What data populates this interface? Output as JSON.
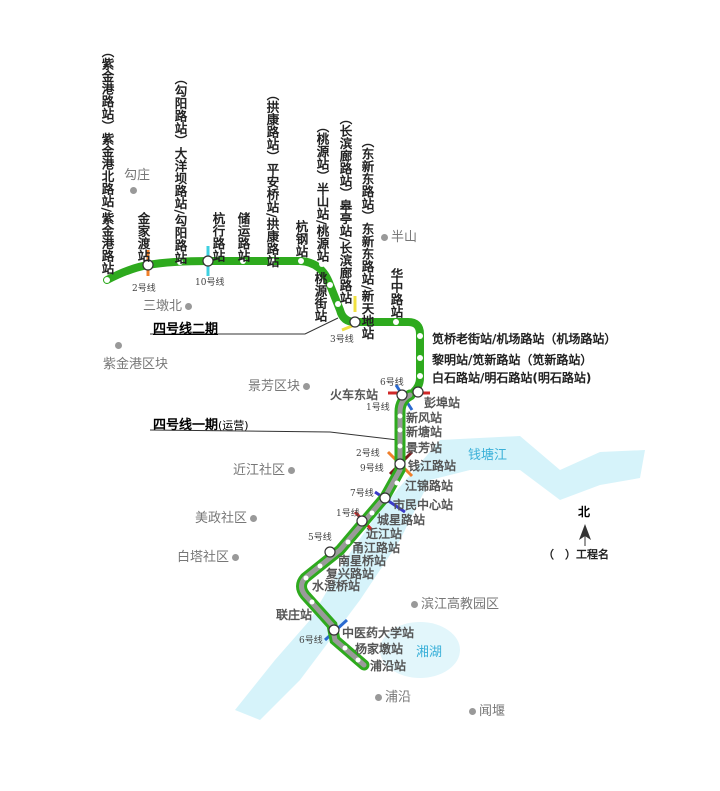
{
  "colors": {
    "line4": "#2eaa1e",
    "phase1_core": "#9a9a9a",
    "water": "#d6f3fa",
    "line2": "#f07f2a",
    "line10": "#3fd0e0",
    "line3": "#f0e040",
    "line1": "#d02828",
    "line6": "#2a6ad0",
    "line9": "#7a1a1a",
    "line7": "#3a3ac8",
    "line5": "#7a3a9a"
  },
  "sections": {
    "phase2": "四号线二期",
    "phase1": "四号线一期",
    "phase1_note": "(运营)"
  },
  "vertical_stations": [
    "（紫金港路站）紫金港北路站/紫金港路站",
    "金家渡站",
    "（勾阳路站）大洋坝路站/勾阳路站",
    "杭行路站",
    "储运路站",
    "（拱康路站）平安桥站/拱康路站",
    "杭钢站",
    "（桃源站）半山站/桃源站",
    "桃源街站",
    "（长滨廊路站）皋亭站/长滨廊路站",
    "（东新东路站）东新东路站/新天地站",
    "华中路站"
  ],
  "horizontal_stations": [
    "笕桥老街站/机场路站（机场路站）",
    "黎明站/笕新路站（笕新路站）",
    "白石路站/明石路站(明石路站)"
  ],
  "phase1_stations": [
    "火车东站",
    "彭埠站",
    "新风站",
    "新塘站",
    "景芳站",
    "钱江路站",
    "江锦路站",
    "市民中心站",
    "城星路站",
    "近江站",
    "甬江路站",
    "南星桥站",
    "复兴路站",
    "水澄桥站",
    "联庄站",
    "中医药大学站",
    "杨家墩站",
    "浦沿站"
  ],
  "transfer_lines": [
    "2号线",
    "10号线",
    "3号线",
    "6号线",
    "1号线",
    "2号线",
    "9号线",
    "7号线",
    "1号线",
    "5号线",
    "6号线"
  ],
  "districts": [
    "勾庄",
    "半山",
    "三墩北",
    "紫金港区块",
    "景芳区块",
    "近江社区",
    "美政社区",
    "白塔社区",
    "滨江高教园区",
    "浦沿",
    "闻堰"
  ],
  "water": [
    "钱塘江",
    "湘湖"
  ],
  "legend": {
    "north": "北",
    "project_name": "（　）工程名"
  }
}
